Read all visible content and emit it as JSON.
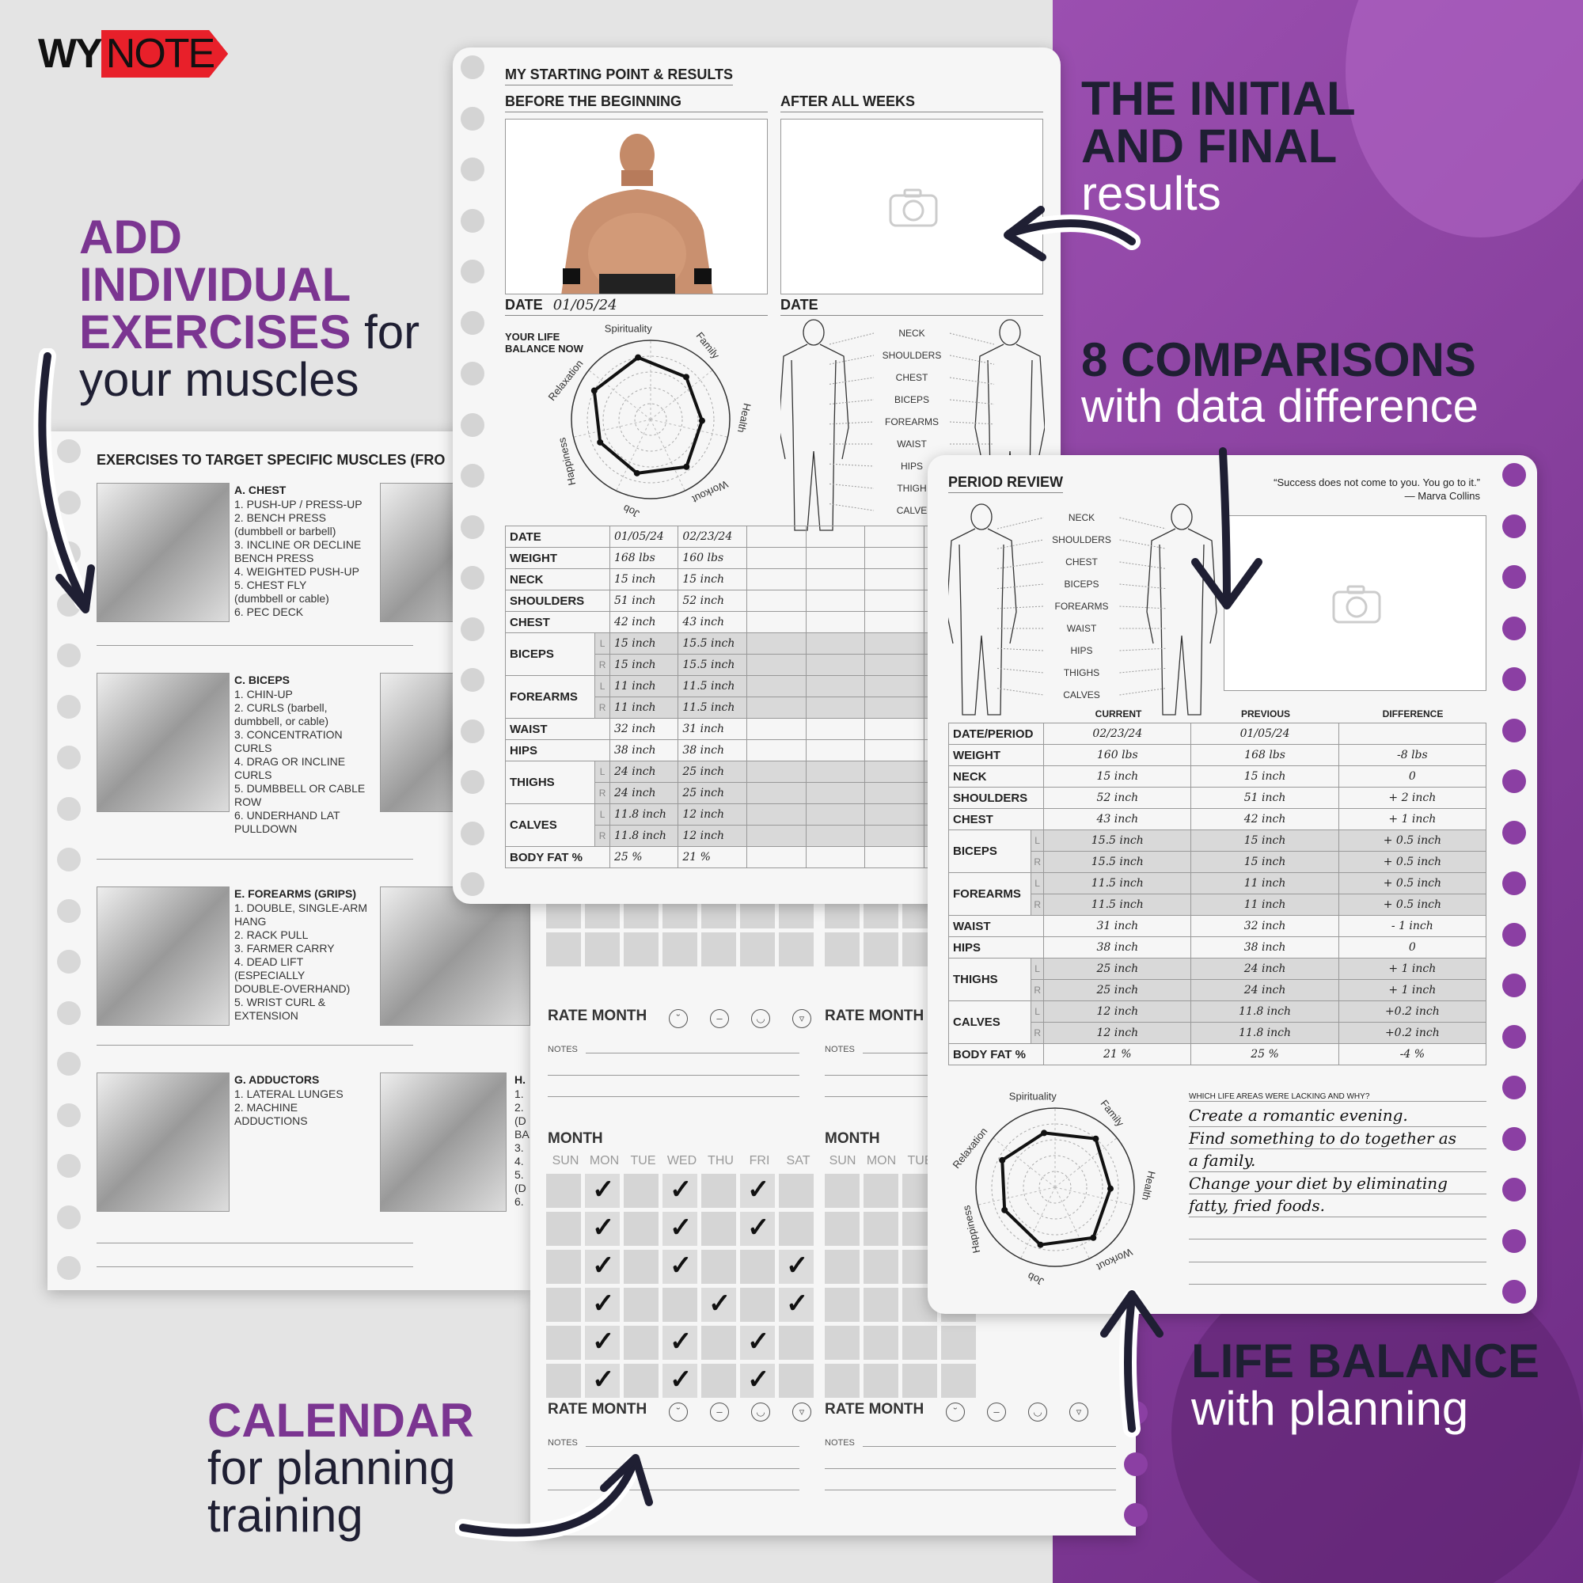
{
  "brand": {
    "part1": "WY",
    "part2": "NOTE"
  },
  "headlines": {
    "exercises": {
      "purple": [
        "ADD",
        "INDIVIDUAL",
        "EXERCISES"
      ],
      "tail1": " for",
      "tail2": "your muscles"
    },
    "initial": {
      "l1": "THE INITIAL",
      "l2": "AND FINAL",
      "l3": "results"
    },
    "comparisons": {
      "l1": "8 COMPARISONS",
      "l2": "with data difference"
    },
    "calendar": {
      "l1": "CALENDAR",
      "l2": "for planning",
      "l3": "training"
    },
    "balance": {
      "l1": "LIFE BALANCE",
      "l2": "with planning"
    }
  },
  "exercises_page": {
    "title": "EXERCISES TO TARGET SPECIFIC MUSCLES (FRO",
    "blocks": [
      {
        "head": "A. CHEST",
        "items": "1. PUSH-UP / PRESS-UP\n2. BENCH PRESS\n(dumbbell or barbell)\n3. INCLINE OR DECLINE\nBENCH PRESS\n4. WEIGHTED PUSH-UP\n5. CHEST FLY\n(dumbbell or cable)\n6. PEC DECK"
      },
      {
        "head": "C. BICEPS",
        "items": "1. CHIN-UP\n2. CURLS (barbell,\ndumbbell, or cable)\n3. CONCENTRATION\nCURLS\n4. DRAG OR INCLINE\nCURLS\n5. DUMBBELL OR CABLE\nROW\n6. UNDERHAND LAT\nPULLDOWN"
      },
      {
        "head": "E. FOREARMS (GRIPS)",
        "items": "1. DOUBLE, SINGLE-ARM\nHANG\n2. RACK PULL\n3. FARMER CARRY\n4. DEAD LIFT\n(ESPECIALLY\nDOUBLE-OVERHAND)\n5. WRIST CURL &\nEXTENSION"
      },
      {
        "head": "G. ADDUCTORS",
        "items": "1. LATERAL LUNGES\n2. MACHINE\nADDUCTIONS"
      }
    ],
    "right_stub": {
      "h": "H.",
      "items": "1.\n2.\n(D\nBA\n3.\n4.\n5.\n(D\n6."
    }
  },
  "start_page": {
    "title": "MY STARTING POINT & RESULTS",
    "before": "BEFORE THE BEGINNING",
    "after": "AFTER ALL WEEKS",
    "date_label": "DATE",
    "date_value": "01/05/24",
    "date_label2": "DATE",
    "balance_label": "YOUR LIFE\nBALANCE NOW",
    "radar_labels": [
      "Spirituality",
      "Family",
      "Health",
      "Workout",
      "Job",
      "Happiness",
      "Relaxation"
    ],
    "body_labels": [
      "NECK",
      "SHOULDERS",
      "CHEST",
      "BICEPS",
      "FOREARMS",
      "WAIST",
      "HIPS",
      "THIGH",
      "CALVE"
    ],
    "table": [
      {
        "label": "DATE",
        "a": "01/05/24",
        "b": "02/23/24"
      },
      {
        "label": "WEIGHT",
        "a": "168 lbs",
        "b": "160 lbs"
      },
      {
        "label": "NECK",
        "a": "15 inch",
        "b": "15 inch"
      },
      {
        "label": "SHOULDERS",
        "a": "51 inch",
        "b": "52 inch"
      },
      {
        "label": "CHEST",
        "a": "42 inch",
        "b": "43 inch"
      },
      {
        "label": "BICEPS",
        "side": "L",
        "a": "15 inch",
        "b": "15.5 inch"
      },
      {
        "label": "",
        "side": "R",
        "a": "15 inch",
        "b": "15.5 inch"
      },
      {
        "label": "FOREARMS",
        "side": "L",
        "a": "11 inch",
        "b": "11.5 inch"
      },
      {
        "label": "",
        "side": "R",
        "a": "11 inch",
        "b": "11.5 inch"
      },
      {
        "label": "WAIST",
        "a": "32 inch",
        "b": "31 inch"
      },
      {
        "label": "HIPS",
        "a": "38 inch",
        "b": "38 inch"
      },
      {
        "label": "THIGHS",
        "side": "L",
        "a": "24 inch",
        "b": "25 inch"
      },
      {
        "label": "",
        "side": "R",
        "a": "24 inch",
        "b": "25 inch"
      },
      {
        "label": "CALVES",
        "side": "L",
        "a": "11.8 inch",
        "b": "12 inch"
      },
      {
        "label": "",
        "side": "R",
        "a": "11.8 inch",
        "b": "12 inch"
      },
      {
        "label": "BODY FAT %",
        "a": "25 %",
        "b": "21 %"
      }
    ]
  },
  "calendar_page": {
    "rate": "RATE MONTH",
    "notes": "NOTES",
    "month": "MONTH",
    "days": [
      "SUN",
      "MON",
      "TUE",
      "WED",
      "THU",
      "FRI",
      "SAT"
    ],
    "days2": [
      "SUN",
      "MON",
      "TUE"
    ],
    "check": "✓"
  },
  "review_page": {
    "title": "PERIOD REVIEW",
    "quote": "“Success does not come to you. You go to it.”",
    "quote_author": "— Marva Collins",
    "body_labels": [
      "NECK",
      "SHOULDERS",
      "CHEST",
      "BICEPS",
      "FOREARMS",
      "WAIST",
      "HIPS",
      "THIGHS",
      "CALVES"
    ],
    "cols": [
      "CURRENT",
      "PREVIOUS",
      "DIFFERENCE"
    ],
    "table": [
      {
        "label": "DATE/PERIOD",
        "c": "02/23/24",
        "p": "01/05/24",
        "d": ""
      },
      {
        "label": "WEIGHT",
        "c": "160 lbs",
        "p": "168 lbs",
        "d": "-8 lbs"
      },
      {
        "label": "NECK",
        "c": "15 inch",
        "p": "15 inch",
        "d": "0"
      },
      {
        "label": "SHOULDERS",
        "c": "52 inch",
        "p": "51 inch",
        "d": "+ 2 inch"
      },
      {
        "label": "CHEST",
        "c": "43 inch",
        "p": "42 inch",
        "d": "+ 1 inch"
      },
      {
        "label": "BICEPS",
        "side": "L",
        "c": "15.5 inch",
        "p": "15 inch",
        "d": "+ 0.5 inch"
      },
      {
        "label": "",
        "side": "R",
        "c": "15.5 inch",
        "p": "15 inch",
        "d": "+ 0.5 inch"
      },
      {
        "label": "FOREARMS",
        "side": "L",
        "c": "11.5 inch",
        "p": "11 inch",
        "d": "+ 0.5 inch"
      },
      {
        "label": "",
        "side": "R",
        "c": "11.5 inch",
        "p": "11 inch",
        "d": "+ 0.5 inch"
      },
      {
        "label": "WAIST",
        "c": "31 inch",
        "p": "32 inch",
        "d": "- 1 inch"
      },
      {
        "label": "HIPS",
        "c": "38 inch",
        "p": "38 inch",
        "d": "0"
      },
      {
        "label": "THIGHS",
        "side": "L",
        "c": "25 inch",
        "p": "24 inch",
        "d": "+ 1 inch"
      },
      {
        "label": "",
        "side": "R",
        "c": "25 inch",
        "p": "24 inch",
        "d": "+ 1 inch"
      },
      {
        "label": "CALVES",
        "side": "L",
        "c": "12 inch",
        "p": "11.8 inch",
        "d": "+0.2 inch"
      },
      {
        "label": "",
        "side": "R",
        "c": "12 inch",
        "p": "11.8 inch",
        "d": "+0.2 inch"
      },
      {
        "label": "BODY FAT %",
        "c": "21 %",
        "p": "25 %",
        "d": "-4 %"
      }
    ],
    "lacking_label": "WHICH LIFE AREAS WERE LACKING AND WHY?",
    "notes": [
      "Create a romantic evening.",
      "Find something to do together as",
      "a family.",
      "Change your diet by eliminating",
      "fatty, fried foods."
    ],
    "radar_labels": [
      "Spirituality",
      "Family",
      "Health",
      "Workout",
      "Job",
      "Happiness",
      "Relaxation"
    ]
  },
  "colors": {
    "purple": "#7b3591",
    "dark": "#1f1f33",
    "logo_red": "#e8202a"
  }
}
